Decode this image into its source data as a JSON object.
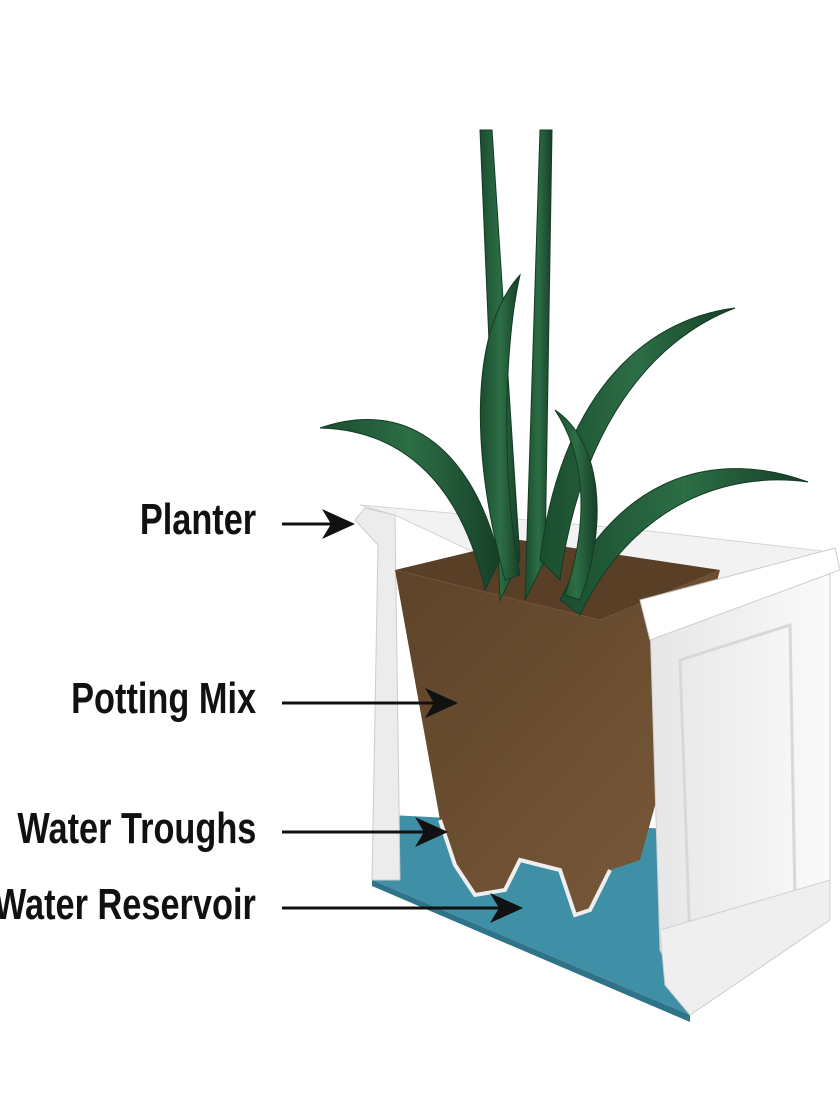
{
  "labels": {
    "planter": "Planter",
    "potting_mix": "Potting Mix",
    "water_troughs": "Water Troughs",
    "water_reservoir": "Water Reservoir"
  },
  "colors": {
    "plant": "#1f5a36",
    "soil": "#6b4e31",
    "water": "#3f8fa6",
    "planter": "#f4f4f4",
    "text": "#111111"
  }
}
